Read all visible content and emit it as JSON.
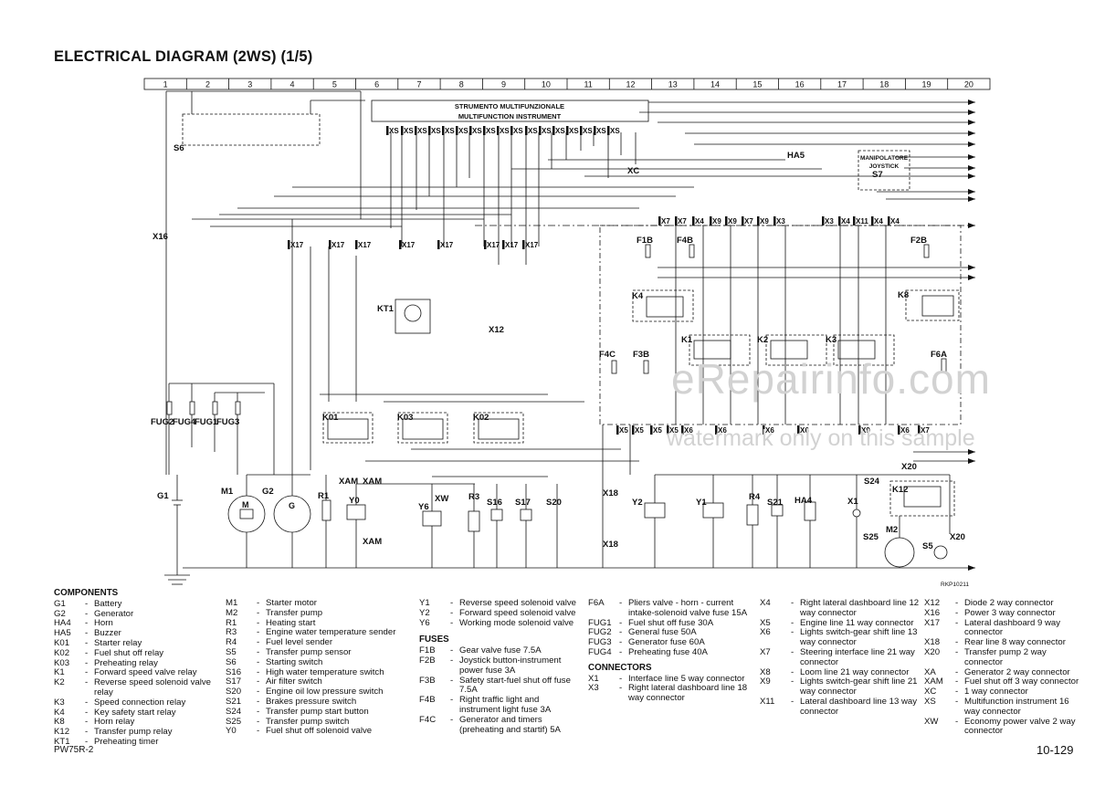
{
  "title": "ELECTRICAL DIAGRAM (2WS) (1/5)",
  "columns": [
    "1",
    "2",
    "3",
    "4",
    "5",
    "6",
    "7",
    "8",
    "9",
    "10",
    "11",
    "12",
    "13",
    "14",
    "15",
    "16",
    "17",
    "18",
    "19",
    "20"
  ],
  "instrument": {
    "line1": "STRUMENTO MULTIFUNZIONALE",
    "line2": "MULTIFUNCTION INSTRUMENT"
  },
  "manipulatore": {
    "line1": "MANIPOLATORE",
    "line2": "JOYSTICK"
  },
  "top_connectors": [
    "XS",
    "XS",
    "XS",
    "XS",
    "XS",
    "XS",
    "XS",
    "XS",
    "XS",
    "XS",
    "XS",
    "XS",
    "XS",
    "XS",
    "XS",
    "XS",
    "XS"
  ],
  "x7_row": [
    "X7",
    "X7",
    "X4",
    "X9",
    "X9",
    "X7",
    "X9",
    "X3",
    "X3",
    "X4",
    "X11",
    "X4",
    "X4"
  ],
  "x5_row": [
    "X5",
    "X5",
    "X5",
    "X5",
    "X6",
    "X6",
    "X6",
    "X6",
    "X9",
    "X6",
    "X7"
  ],
  "x17_row": [
    "X17",
    "X17",
    "X17",
    "X17",
    "X17",
    "X17",
    "X17",
    "X17"
  ],
  "diagram_labels": {
    "s6": "S6",
    "x16": "X16",
    "kt1": "KT1",
    "x12": "X12",
    "k01": "K01",
    "k03": "K03",
    "k02": "K02",
    "fug2": "FUG2",
    "fug4": "FUG4",
    "fug1": "FUG1",
    "fug3": "FUG3",
    "f1b": "F1B",
    "f4b": "F4B",
    "f2b": "F2B",
    "f4c": "F4C",
    "f3b": "F3B",
    "f6a": "F6A",
    "k4": "K4",
    "k1": "K1",
    "k2": "K2",
    "k3": "K3",
    "k8": "K8",
    "ha5": "HA5",
    "s7": "S7",
    "xc": "XC",
    "g1": "G1",
    "m1": "M1",
    "g2": "G2",
    "r1": "R1",
    "y0": "Y0",
    "y6": "Y6",
    "r3": "R3",
    "s16": "S16",
    "s17": "S17",
    "s20": "S20",
    "y2": "Y2",
    "y1": "Y1",
    "r4": "R4",
    "s21": "S21",
    "ha4": "HA4",
    "x1": "X1",
    "s24": "S24",
    "k12": "K12",
    "s25": "S25",
    "m2": "M2",
    "s5": "S5",
    "x20": "X20",
    "xam": "XAM",
    "xw": "XW",
    "x18": "X18",
    "m": "M",
    "g": "G"
  },
  "drawing_code": "RKP10211",
  "legend": {
    "components_title": "COMPONENTS",
    "fuses_title": "FUSES",
    "connectors_title": "CONNECTORS",
    "col1": [
      {
        "code": "G1",
        "desc": "Battery"
      },
      {
        "code": "G2",
        "desc": "Generator"
      },
      {
        "code": "HA4",
        "desc": "Horn"
      },
      {
        "code": "HA5",
        "desc": "Buzzer"
      },
      {
        "code": "K01",
        "desc": "Starter relay"
      },
      {
        "code": "K02",
        "desc": "Fuel shut off relay"
      },
      {
        "code": "K03",
        "desc": "Preheating relay"
      },
      {
        "code": "K1",
        "desc": "Forward speed valve relay"
      },
      {
        "code": "K2",
        "desc": "Reverse speed solenoid valve relay"
      },
      {
        "code": "K3",
        "desc": "Speed connection relay"
      },
      {
        "code": "K4",
        "desc": "Key safety start relay"
      },
      {
        "code": "K8",
        "desc": "Horn relay"
      },
      {
        "code": "K12",
        "desc": "Transfer pump relay"
      },
      {
        "code": "KT1",
        "desc": "Preheating timer"
      }
    ],
    "col2": [
      {
        "code": "M1",
        "desc": "Starter motor"
      },
      {
        "code": "M2",
        "desc": "Transfer pump"
      },
      {
        "code": "R1",
        "desc": "Heating start"
      },
      {
        "code": "R3",
        "desc": "Engine water temperature sender"
      },
      {
        "code": "R4",
        "desc": "Fuel level sender"
      },
      {
        "code": "S5",
        "desc": "Transfer pump sensor"
      },
      {
        "code": "S6",
        "desc": "Starting switch"
      },
      {
        "code": "S16",
        "desc": "High water temperature switch"
      },
      {
        "code": "S17",
        "desc": "Air filter switch"
      },
      {
        "code": "S20",
        "desc": "Engine oil low pressure switch"
      },
      {
        "code": "S21",
        "desc": "Brakes pressure switch"
      },
      {
        "code": "S24",
        "desc": "Transfer pump start button"
      },
      {
        "code": "S25",
        "desc": "Transfer pump switch"
      },
      {
        "code": "Y0",
        "desc": "Fuel shut off solenoid valve"
      }
    ],
    "col3": [
      {
        "code": "Y1",
        "desc": "Reverse speed solenoid valve"
      },
      {
        "code": "Y2",
        "desc": "Forward speed solenoid valve"
      },
      {
        "code": "Y6",
        "desc": "Working mode solenoid valve"
      }
    ],
    "col3_fuses": [
      {
        "code": "F1B",
        "desc": "Gear valve fuse 7.5A"
      },
      {
        "code": "F2B",
        "desc": "Joystick button-instrument power fuse 3A"
      },
      {
        "code": "F3B",
        "desc": "Safety start-fuel shut off fuse 7.5A"
      },
      {
        "code": "F4B",
        "desc": "Right traffic light and instrument light fuse 3A"
      },
      {
        "code": "F4C",
        "desc": "Generator and timers (preheating and startif) 5A"
      }
    ],
    "col4": [
      {
        "code": "F6A",
        "desc": "Pliers valve - horn - current intake-solenoid valve fuse 15A"
      },
      {
        "code": "FUG1",
        "desc": "Fuel shut off fuse 30A"
      },
      {
        "code": "FUG2",
        "desc": "General fuse 50A"
      },
      {
        "code": "FUG3",
        "desc": "Generator fuse 60A"
      },
      {
        "code": "FUG4",
        "desc": "Preheating fuse 40A"
      }
    ],
    "col4_connectors": [
      {
        "code": "X1",
        "desc": "Interface line 5 way connector"
      },
      {
        "code": "X3",
        "desc": "Right lateral dashboard line 18 way connector"
      }
    ],
    "col5": [
      {
        "code": "X4",
        "desc": "Right lateral dashboard line 12 way connector"
      },
      {
        "code": "X5",
        "desc": "Engine line 11 way connector"
      },
      {
        "code": "X6",
        "desc": "Lights switch-gear shift line 13 way connector"
      },
      {
        "code": "X7",
        "desc": "Steering interface line 21 way connector"
      },
      {
        "code": "X8",
        "desc": "Loom line 21 way connector"
      },
      {
        "code": "X9",
        "desc": "Lights switch-gear shift line 21 way connector"
      },
      {
        "code": "X11",
        "desc": "Lateral dashboard line 13 way connector"
      }
    ],
    "col6": [
      {
        "code": "X12",
        "desc": "Diode 2 way connector"
      },
      {
        "code": "X16",
        "desc": "Power 3 way connector"
      },
      {
        "code": "X17",
        "desc": "Lateral dashboard 9 way connector"
      },
      {
        "code": "X18",
        "desc": "Rear line 8 way connector"
      },
      {
        "code": "X20",
        "desc": "Transfer pump 2 way connector"
      },
      {
        "code": "XA",
        "desc": "Generator 2 way connector"
      },
      {
        "code": "XAM",
        "desc": "Fuel shut off 3 way connector"
      },
      {
        "code": "XC",
        "desc": "1 way connector"
      },
      {
        "code": "XS",
        "desc": "Multifunction instrument 16 way connector"
      },
      {
        "code": "XW",
        "desc": "Economy power valve 2 way connector"
      }
    ]
  },
  "footer_left": "PW75R-2",
  "page_number": "10-129",
  "watermark_main": "eRepairinfo.com",
  "watermark_sub": "watermark only on this sample",
  "colors": {
    "line": "#111111",
    "watermark": "#d2d2d2",
    "background": "#ffffff"
  }
}
